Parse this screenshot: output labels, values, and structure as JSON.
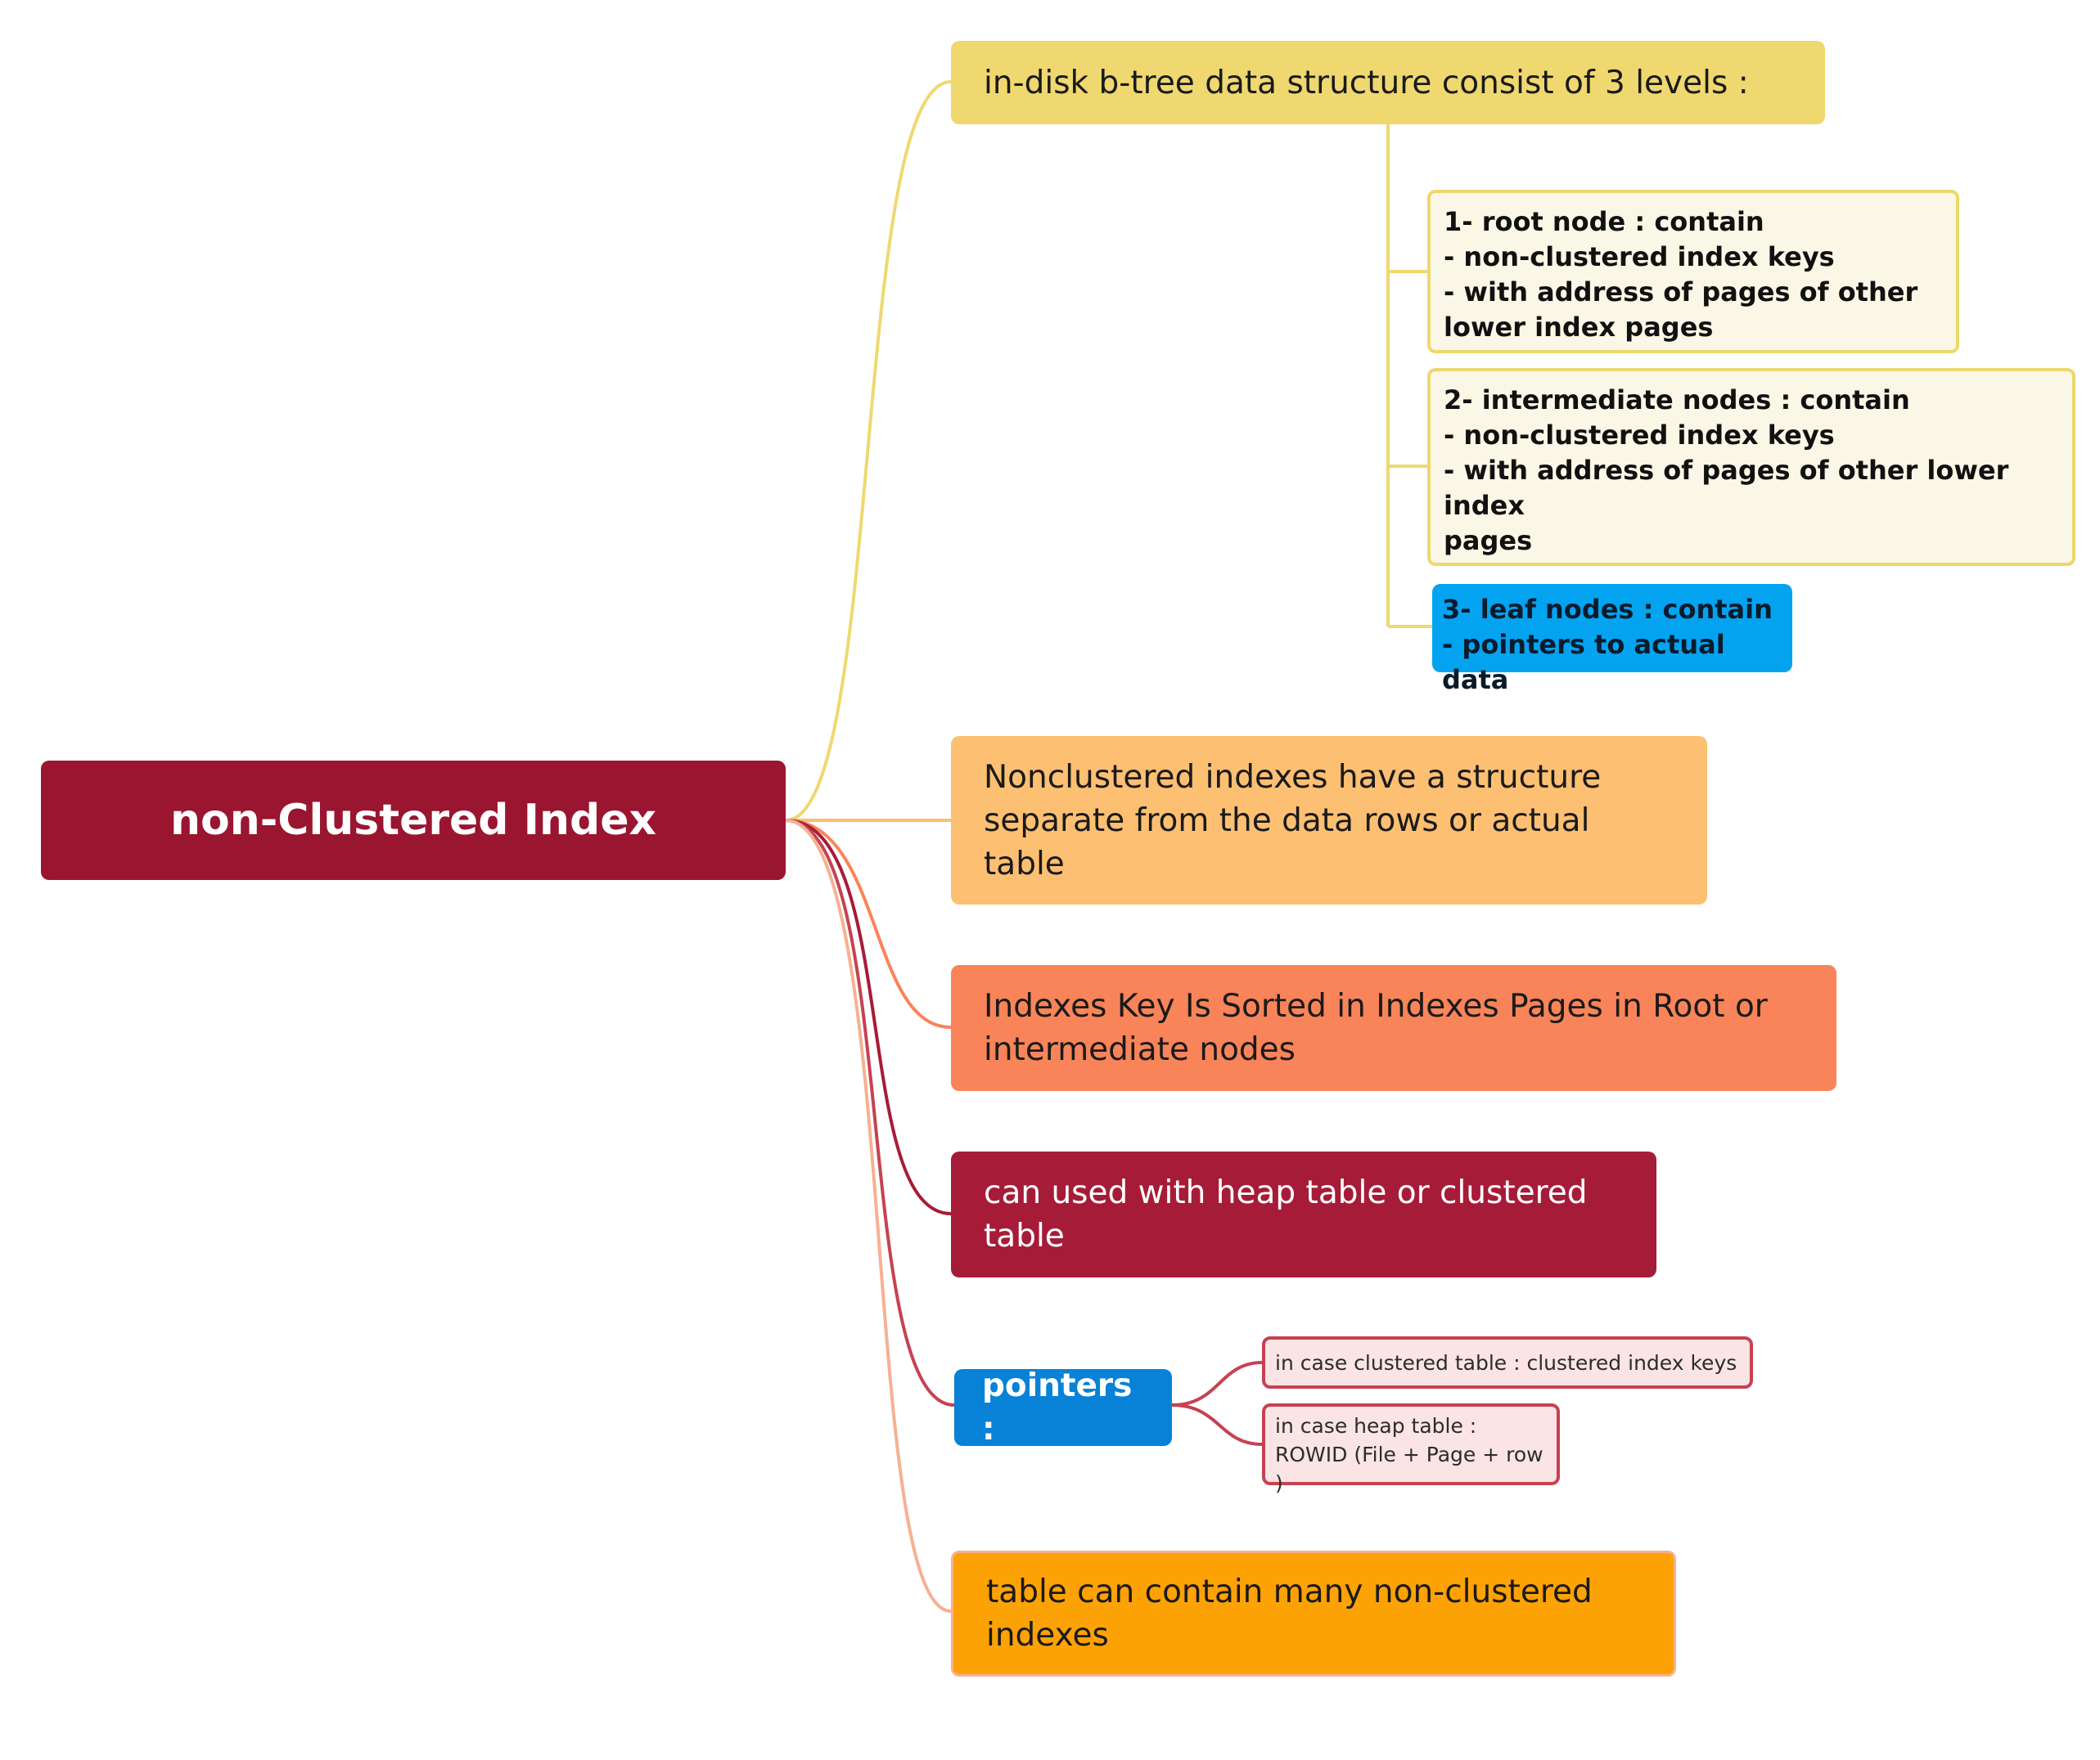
{
  "root": {
    "label": "non-Clustered Index"
  },
  "topics": [
    {
      "label": "in-disk b-tree data structure consist of 3 levels :"
    },
    {
      "label": "Nonclustered indexes have a structure\nseparate from the data rows or actual\ntable"
    },
    {
      "label": "Indexes Key Is Sorted in Indexes Pages in Root or\nintermediate nodes"
    },
    {
      "label": "can used with heap table or clustered\ntable"
    },
    {
      "label": "pointers :"
    },
    {
      "label": "table can contain many non-clustered\nindexes"
    }
  ],
  "levels": [
    {
      "label": "1- root node : contain\n- non-clustered index keys\n- with address of pages of other\nlower index pages"
    },
    {
      "label": "2- intermediate nodes : contain\n- non-clustered index keys\n- with address of pages of other lower index\npages"
    },
    {
      "label": "3- leaf nodes : contain\n- pointers to actual data"
    }
  ],
  "pointers": [
    {
      "label": "in case clustered table : clustered index keys"
    },
    {
      "label": "in case heap table :\nROWID (File + Page + row )"
    }
  ],
  "colors": {
    "root": "#9a1530",
    "topic_yellow": "#efd870",
    "topic_light_orange": "#fdbf72",
    "topic_coral": "#f98459",
    "topic_crimson": "#a61c38",
    "topic_blue": "#0882d6",
    "topic_orange": "#fda204",
    "leaf_blue": "#04a3f0"
  }
}
